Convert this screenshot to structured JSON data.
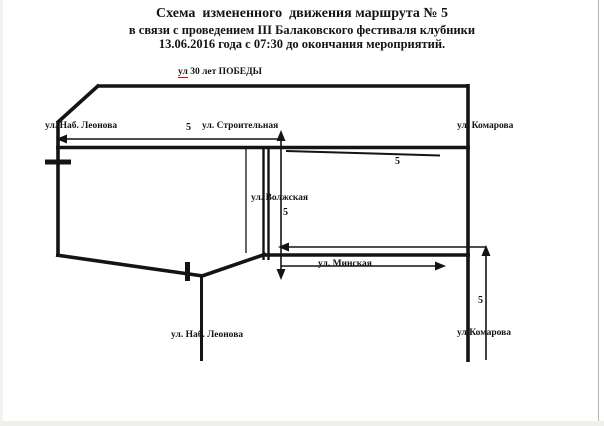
{
  "title": {
    "line1": "Схема  измененного  движения маршрута № 5",
    "line2": "в связи с проведением III Балаковского фестиваля клубники",
    "line3": "13.06.2016 года с 07:30 до окончания мероприятий."
  },
  "diagram": {
    "streets": {
      "pobedy_prefix": "ул",
      "pobedy_rest": " 30 лет ПОБЕДЫ",
      "nab_leonova_top": "ул. Наб. Леонова",
      "stroitelnaya": "ул. Строительная",
      "komarova_top": "ул. Комарова",
      "volzhskaya": "ул. Волжская",
      "minskaya": "ул. Минская",
      "nab_leonova_bottom": "ул. Наб. Леонова",
      "komarova_bottom": "ул.Комарова"
    },
    "route_labels": {
      "stroitelnaya": "5",
      "stroitelnaya_east": "5",
      "volzhskaya": "5",
      "komarova": "5"
    },
    "colors": {
      "line": "#141414",
      "spellcheck_underline": "#cc1100"
    }
  }
}
